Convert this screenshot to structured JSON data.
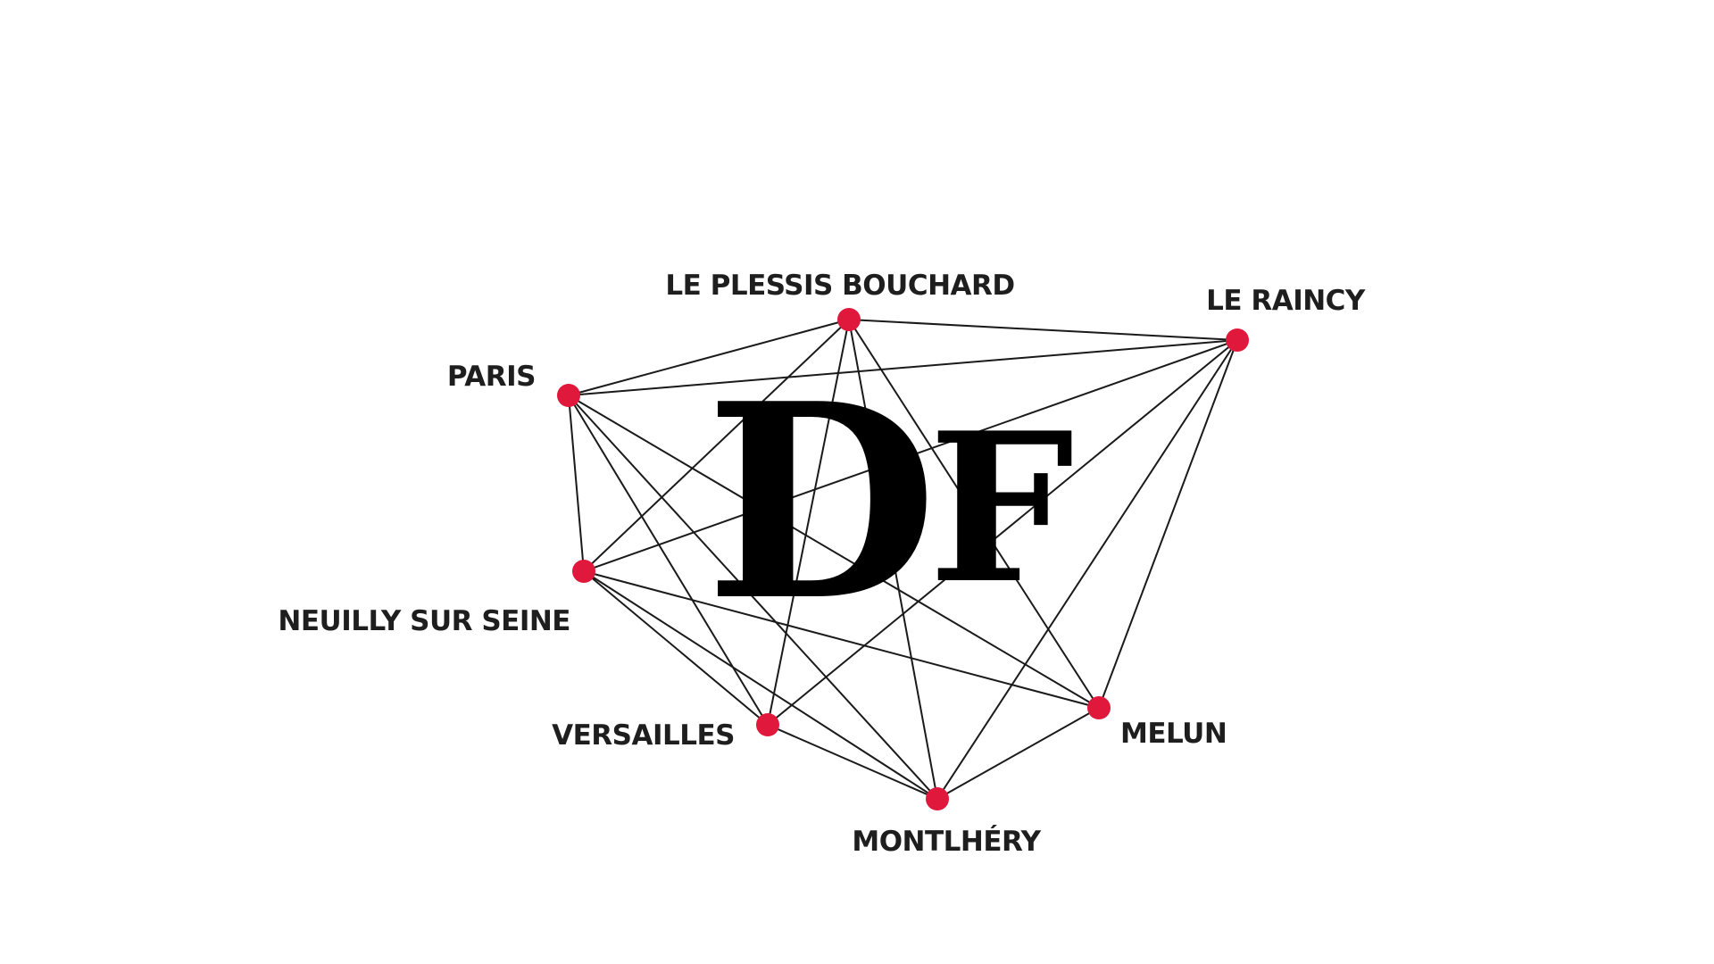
{
  "colors": {
    "background": "#ffffff",
    "node": "#e0183c",
    "edge": "#1a1a1a",
    "label": "#1e1e1e",
    "logo": "#000000"
  },
  "logo": {
    "letters": [
      "D",
      "F"
    ]
  },
  "cities": [
    {
      "id": "paris",
      "name": "PARIS"
    },
    {
      "id": "le-plessis-bouchard",
      "name": "LE PLESSIS BOUCHARD"
    },
    {
      "id": "le-raincy",
      "name": "LE RAINCY"
    },
    {
      "id": "neuilly-sur-seine",
      "name": "NEUILLY SUR SEINE"
    },
    {
      "id": "versailles",
      "name": "VERSAILLES"
    },
    {
      "id": "montlhery",
      "name": "MONTLHÉRY"
    },
    {
      "id": "melun",
      "name": "MELUN"
    }
  ],
  "connections": [
    [
      "paris",
      "le-plessis-bouchard"
    ],
    [
      "paris",
      "le-raincy"
    ],
    [
      "paris",
      "neuilly-sur-seine"
    ],
    [
      "paris",
      "versailles"
    ],
    [
      "paris",
      "montlhery"
    ],
    [
      "paris",
      "melun"
    ],
    [
      "le-plessis-bouchard",
      "le-raincy"
    ],
    [
      "le-plessis-bouchard",
      "neuilly-sur-seine"
    ],
    [
      "le-plessis-bouchard",
      "versailles"
    ],
    [
      "le-plessis-bouchard",
      "montlhery"
    ],
    [
      "le-plessis-bouchard",
      "melun"
    ],
    [
      "le-raincy",
      "neuilly-sur-seine"
    ],
    [
      "le-raincy",
      "versailles"
    ],
    [
      "le-raincy",
      "montlhery"
    ],
    [
      "le-raincy",
      "melun"
    ],
    [
      "neuilly-sur-seine",
      "versailles"
    ],
    [
      "neuilly-sur-seine",
      "montlhery"
    ],
    [
      "neuilly-sur-seine",
      "melun"
    ],
    [
      "versailles",
      "montlhery"
    ],
    [
      "montlhery",
      "melun"
    ]
  ]
}
